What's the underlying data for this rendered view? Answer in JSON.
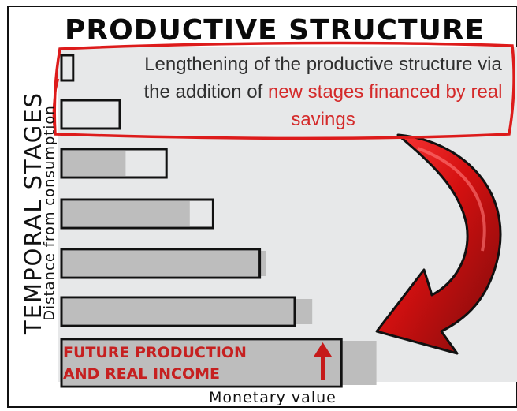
{
  "title": "PRODUCTIVE STRUCTURE",
  "axes": {
    "y_main": "TEMPORAL STAGES",
    "y_sub": "Distance from consumption",
    "x": "Monetary value"
  },
  "callout": {
    "text_plain": "Lengthening of the productive structure via the addition of",
    "text_highlight": "new stages financed by real savings"
  },
  "future_box": {
    "line1": "FUTURE PRODUCTION",
    "line2": "AND REAL INCOME"
  },
  "stages": [
    {
      "level": 1,
      "new_value": 1,
      "old_value": 0
    },
    {
      "level": 2,
      "new_value": 5,
      "old_value": 0
    },
    {
      "level": 3,
      "new_value": 9,
      "old_value": 5.5
    },
    {
      "level": 4,
      "new_value": 13,
      "old_value": 11
    },
    {
      "level": 5,
      "new_value": 17,
      "old_value": 17.5
    },
    {
      "level": 6,
      "new_value": 20,
      "old_value": 21.5
    },
    {
      "level": 7,
      "new_value": 24,
      "old_value": 27
    }
  ],
  "colors": {
    "background_panel": "#e7e8e9",
    "old_bar": "#bdbdbd",
    "new_bar_outline": "#111111",
    "accent_red": "#dd1b1b",
    "arrow_dark": "#7a0b0b"
  },
  "icons": {
    "big_arrow": "curved-arrow-icon",
    "small_arrow": "up-arrow-icon"
  }
}
